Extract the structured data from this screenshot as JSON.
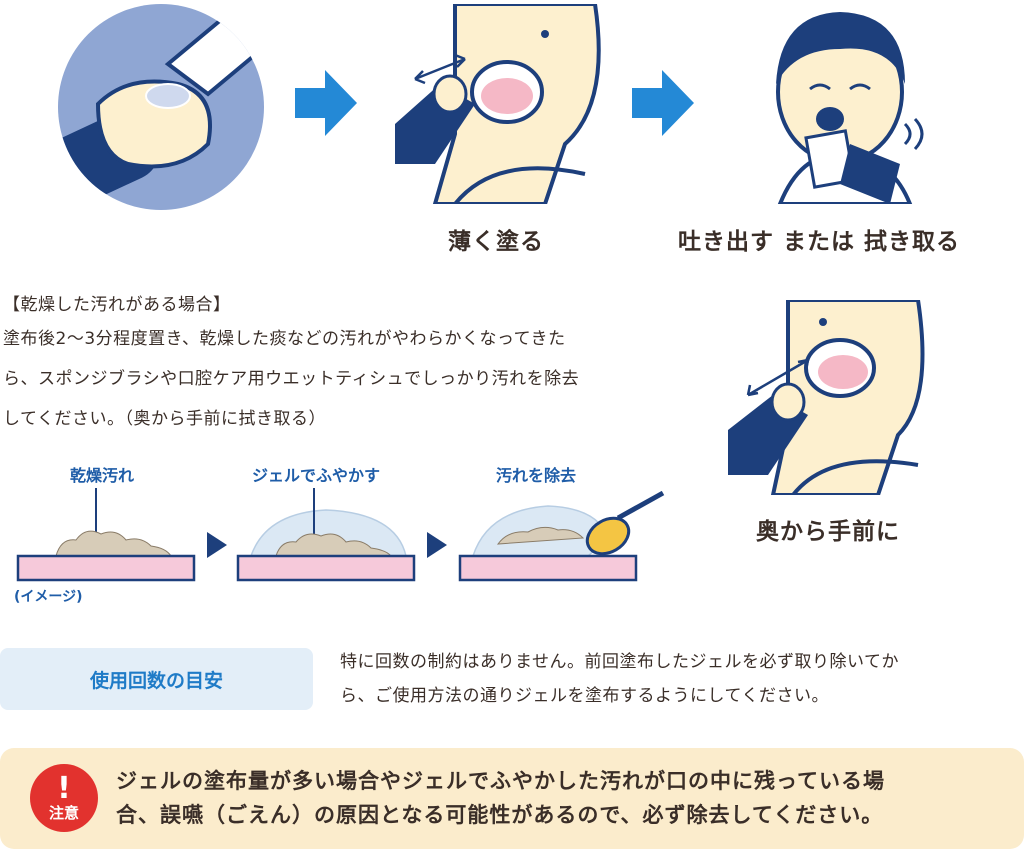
{
  "steps": {
    "step2_caption": "薄く塗る",
    "step3_caption": "吐き出す または 拭き取る"
  },
  "dry": {
    "heading": "【乾燥した汚れがある場合】",
    "lines": [
      "塗布後2〜3分程度置き、乾燥した痰などの汚れがやわらかくなってきた",
      "ら、スポンジブラシや口腔ケア用ウエットティシュでしっかり汚れを除去",
      "してください。（奥から手前に拭き取る）"
    ],
    "stage_labels": [
      "乾燥汚れ",
      "ジェルでふやかす",
      "汚れを除去"
    ],
    "image_note": "(イメージ)",
    "wipe_caption": "奥から手前に"
  },
  "usage": {
    "label": "使用回数の目安",
    "lines": [
      "特に回数の制約はありません。前回塗布したジェルを必ず取り除いてか",
      "ら、ご使用方法の通りジェルを塗布するようにしてください。"
    ]
  },
  "caution": {
    "badge_mark": "!",
    "badge_label": "注意",
    "lines": [
      "ジェルの塗布量が多い場合やジェルでふやかした汚れが口の中に残っている場",
      "合、誤嚥（ごえん）の原因となる可能性があるので、必ず除去してください。"
    ]
  },
  "colors": {
    "accent_blue": "#1f7bc7",
    "arrow_blue": "#2489d6",
    "skin": "#fdf0cf",
    "navy": "#1d3f7c",
    "caution_bg": "#fbeccc",
    "badge_red": "#e2322e",
    "tongue_pink": "#f5b8c6"
  },
  "icons": [
    "gel-tube-illustration",
    "apply-thinly-illustration",
    "spit-or-wipe-illustration",
    "wipe-back-to-front-illustration",
    "arrow-right-icon",
    "triangle-right-icon",
    "sponge-brush-icon",
    "exclamation-icon"
  ]
}
